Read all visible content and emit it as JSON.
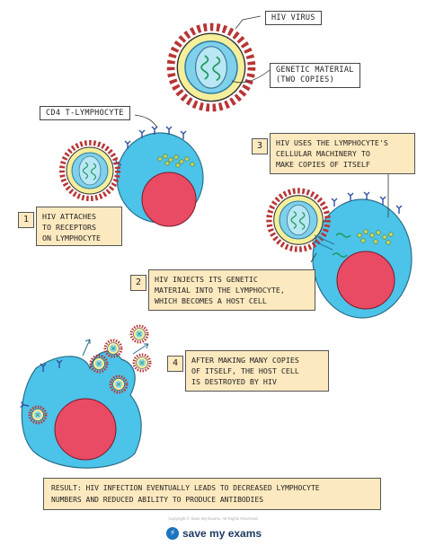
{
  "labels": {
    "hiv_virus": "HIV VIRUS",
    "genetic_material_1": "GENETIC MATERIAL",
    "genetic_material_2": "(TWO COPIES)",
    "cd4": "CD4 T-LYMPHOCYTE"
  },
  "steps": [
    {
      "num": "1",
      "lines": [
        "HIV ATTACHES",
        "TO RECEPTORS",
        "ON LYMPHOCYTE"
      ]
    },
    {
      "num": "2",
      "lines": [
        "HIV INJECTS ITS GENETIC",
        "MATERIAL INTO THE LYMPHOCYTE,",
        "WHICH BECOMES A HOST CELL"
      ]
    },
    {
      "num": "3",
      "lines": [
        "HIV USES THE LYMPHOCYTE'S",
        "CELLULAR MACHINERY TO",
        "MAKE COPIES OF ITSELF"
      ]
    },
    {
      "num": "4",
      "lines": [
        "AFTER MAKING MANY COPIES",
        "OF ITSELF, THE HOST CELL",
        "IS DESTROYED BY HIV"
      ]
    }
  ],
  "result": {
    "line1": "RESULT: HIV INFECTION EVENTUALLY LEADS TO DECREASED LYMPHOCYTE",
    "line2": "NUMBERS AND REDUCED ABILITY TO PRODUCE ANTIBODIES"
  },
  "footer": {
    "copyright": "Copyright © Save My Exams. All Rights Reserved",
    "brand": "save my exams"
  },
  "colors": {
    "cell": "#4cc3e8",
    "nucleus": "#e94a64",
    "virus_spikes": "#b83535",
    "virus_inner": "#f5ee9a",
    "virus_core": "#8ed6ee",
    "box_fill": "#fde9bf"
  }
}
